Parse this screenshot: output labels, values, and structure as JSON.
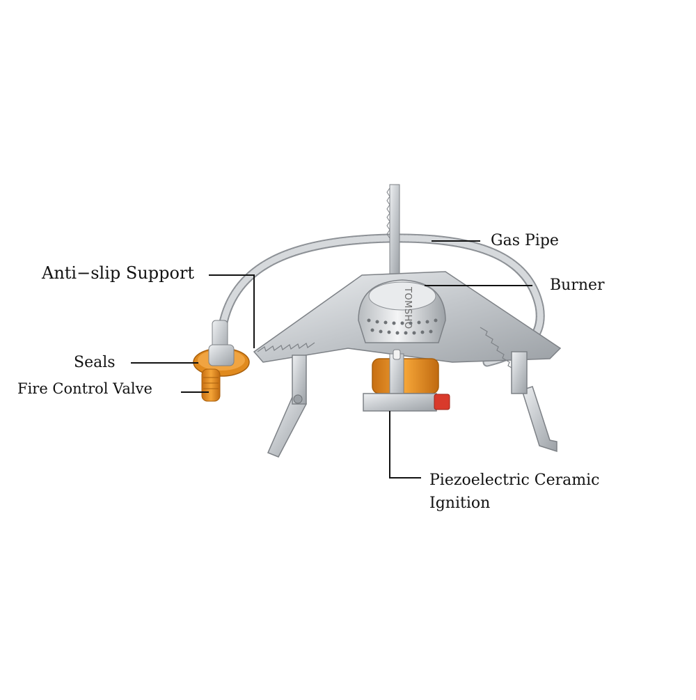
{
  "labels": {
    "gas_pipe": "Gas Pipe",
    "burner": "Burner",
    "anti_slip_support": "Anti−slip Support",
    "seals": "Seals",
    "fire_control_valve": "Fire Control Valve",
    "piezo_line1": "Piezoelectric Ceramic",
    "piezo_line2": "Ignition"
  },
  "brand_text": "TOMSHO",
  "colors": {
    "steel": "#c9ccd0",
    "steel_dark": "#8e9296",
    "orange": "#e8901f",
    "red": "#d93a2b",
    "leader": "#111111"
  }
}
